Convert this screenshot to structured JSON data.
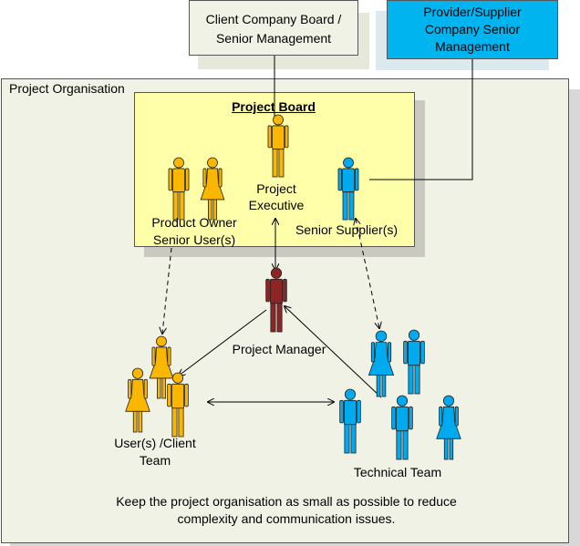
{
  "client_box": {
    "line1": "Client Company Board /",
    "line2": "Senior Management"
  },
  "provider_box": {
    "line1": "Provider/Supplier",
    "line2": "Company Senior",
    "line3": "Management"
  },
  "project_org": {
    "title": "Project Organisation"
  },
  "project_board": {
    "title": "Project Board",
    "exec_line1": "Project",
    "exec_line2": "Executive",
    "owner_line1": "Product Owner",
    "owner_line2": "Senior User(s)",
    "supplier": "Senior Supplier(s)"
  },
  "project_manager": "Project Manager",
  "users_team": {
    "line1": "User(s) /Client",
    "line2": "Team"
  },
  "technical_team": "Technical Team",
  "footer": {
    "line1": "Keep the project organisation as small as possible to reduce",
    "line2": "complexity and communication issues."
  },
  "colors": {
    "yellow_person": "#fbb700",
    "blue_person": "#00aaef",
    "manager_person": "#8e2424",
    "client_box_fill": "#f0f2e6",
    "provider_box_fill": "#00b4ef",
    "board_fill": "#ffffaa"
  }
}
